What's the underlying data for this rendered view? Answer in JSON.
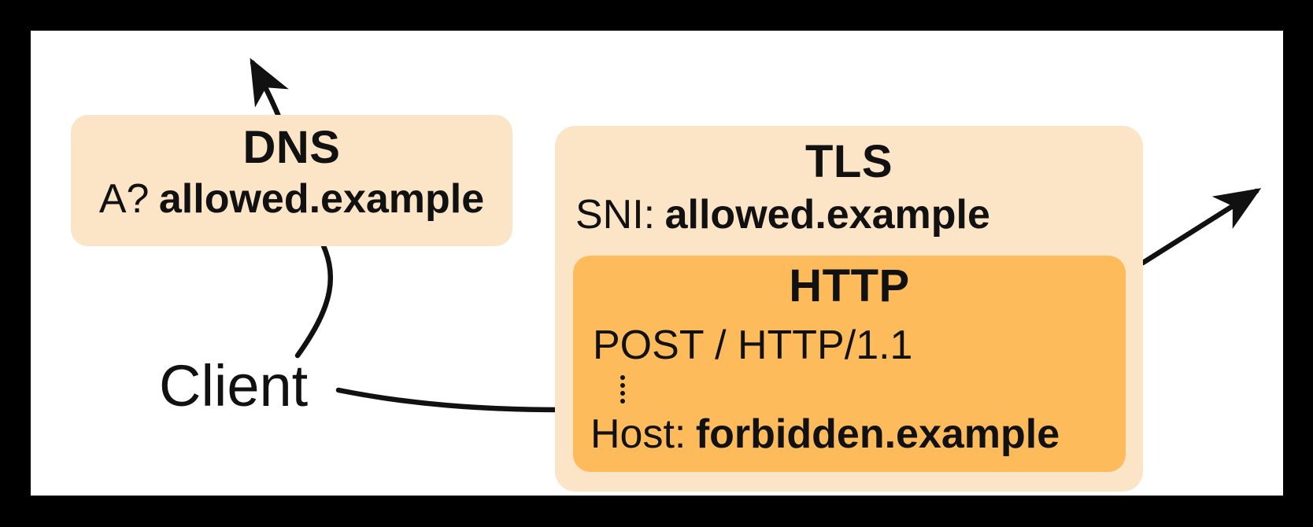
{
  "client": {
    "label": "Client"
  },
  "dns_box": {
    "title": "DNS",
    "query_prefix": "A?",
    "query_value": "allowed.example"
  },
  "tls_box": {
    "title": "TLS",
    "sni_prefix": "SNI:",
    "sni_value": "allowed.example"
  },
  "http_box": {
    "title": "HTTP",
    "request_line": "POST / HTTP/1.1",
    "ellipsis_dots": 4,
    "host_prefix": "Host:",
    "host_value": "forbidden.example"
  },
  "colors": {
    "frame_bg": "#000000",
    "canvas_bg": "#ffffff",
    "box_bg": "#fce4c6",
    "http_box_bg": "#fdbb5b",
    "text": "#111111",
    "arrow": "#111111"
  }
}
